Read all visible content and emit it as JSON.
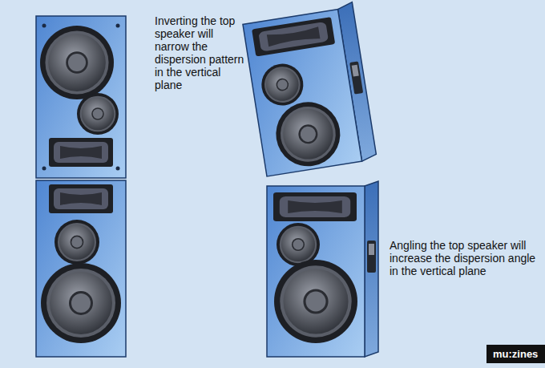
{
  "diagram": {
    "nodes": [
      {
        "text": [
          "mu:zines"
        ]
      }
    ],
    "labels": [
      "Inverting the top speaker will narrow the dispersion pattern in the vertical plane",
      "Angling the top speaker will increase the dispersion angle in the vertical plane"
    ]
  }
}
